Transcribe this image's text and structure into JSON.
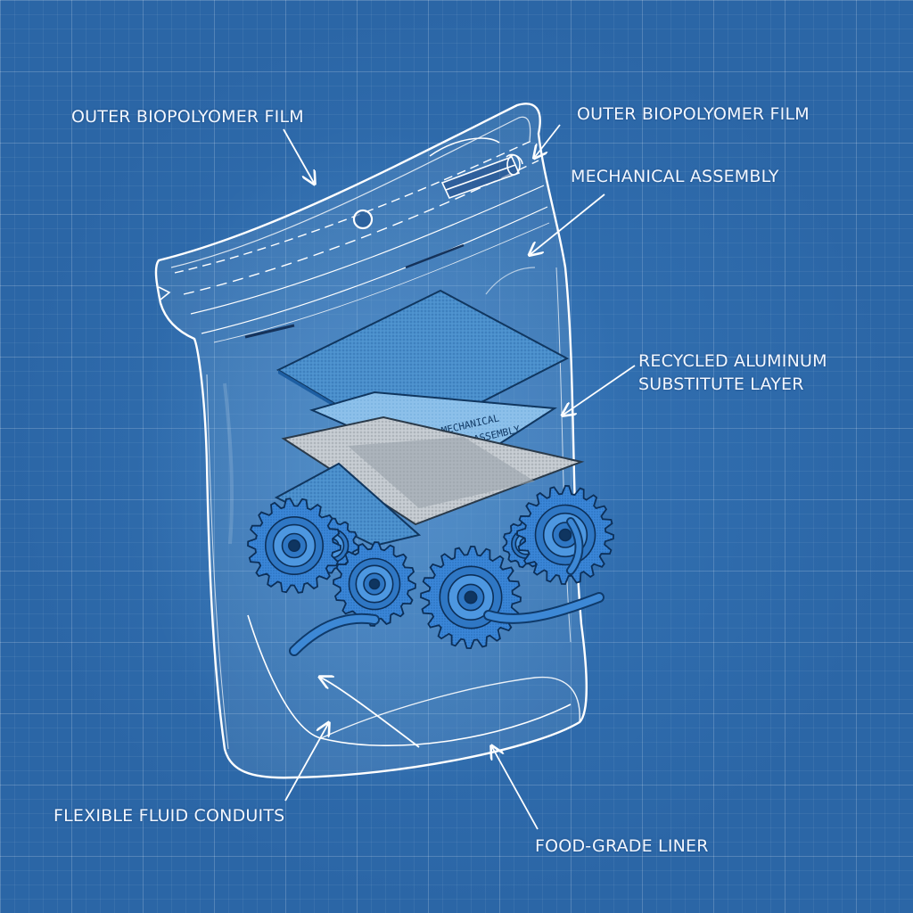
{
  "callouts": {
    "film_left": "OUTER BIOPOLYOMER FILM",
    "film_right": "OUTER BIOPOLYOMER FILM",
    "mechanical": "MECHANICAL ASSEMBLY",
    "aluminum_line1": "RECYCLED ALUMINUM",
    "aluminum_line2": "SUBSTITUTE LAYER",
    "conduits": "FLEXIBLE FLUID CONDUITS",
    "liner": "FOOD-GRADE LINER"
  },
  "layer_stamp": {
    "line1": "MECHANICAL",
    "line2": "GEAR ASSEMBLY"
  },
  "colors": {
    "background": "#2b66a6",
    "linework": "#ffffff",
    "layer_blue": "#4f93cf",
    "layer_gray": "#b9c1c8",
    "gear_blue": "#3b86d6"
  }
}
